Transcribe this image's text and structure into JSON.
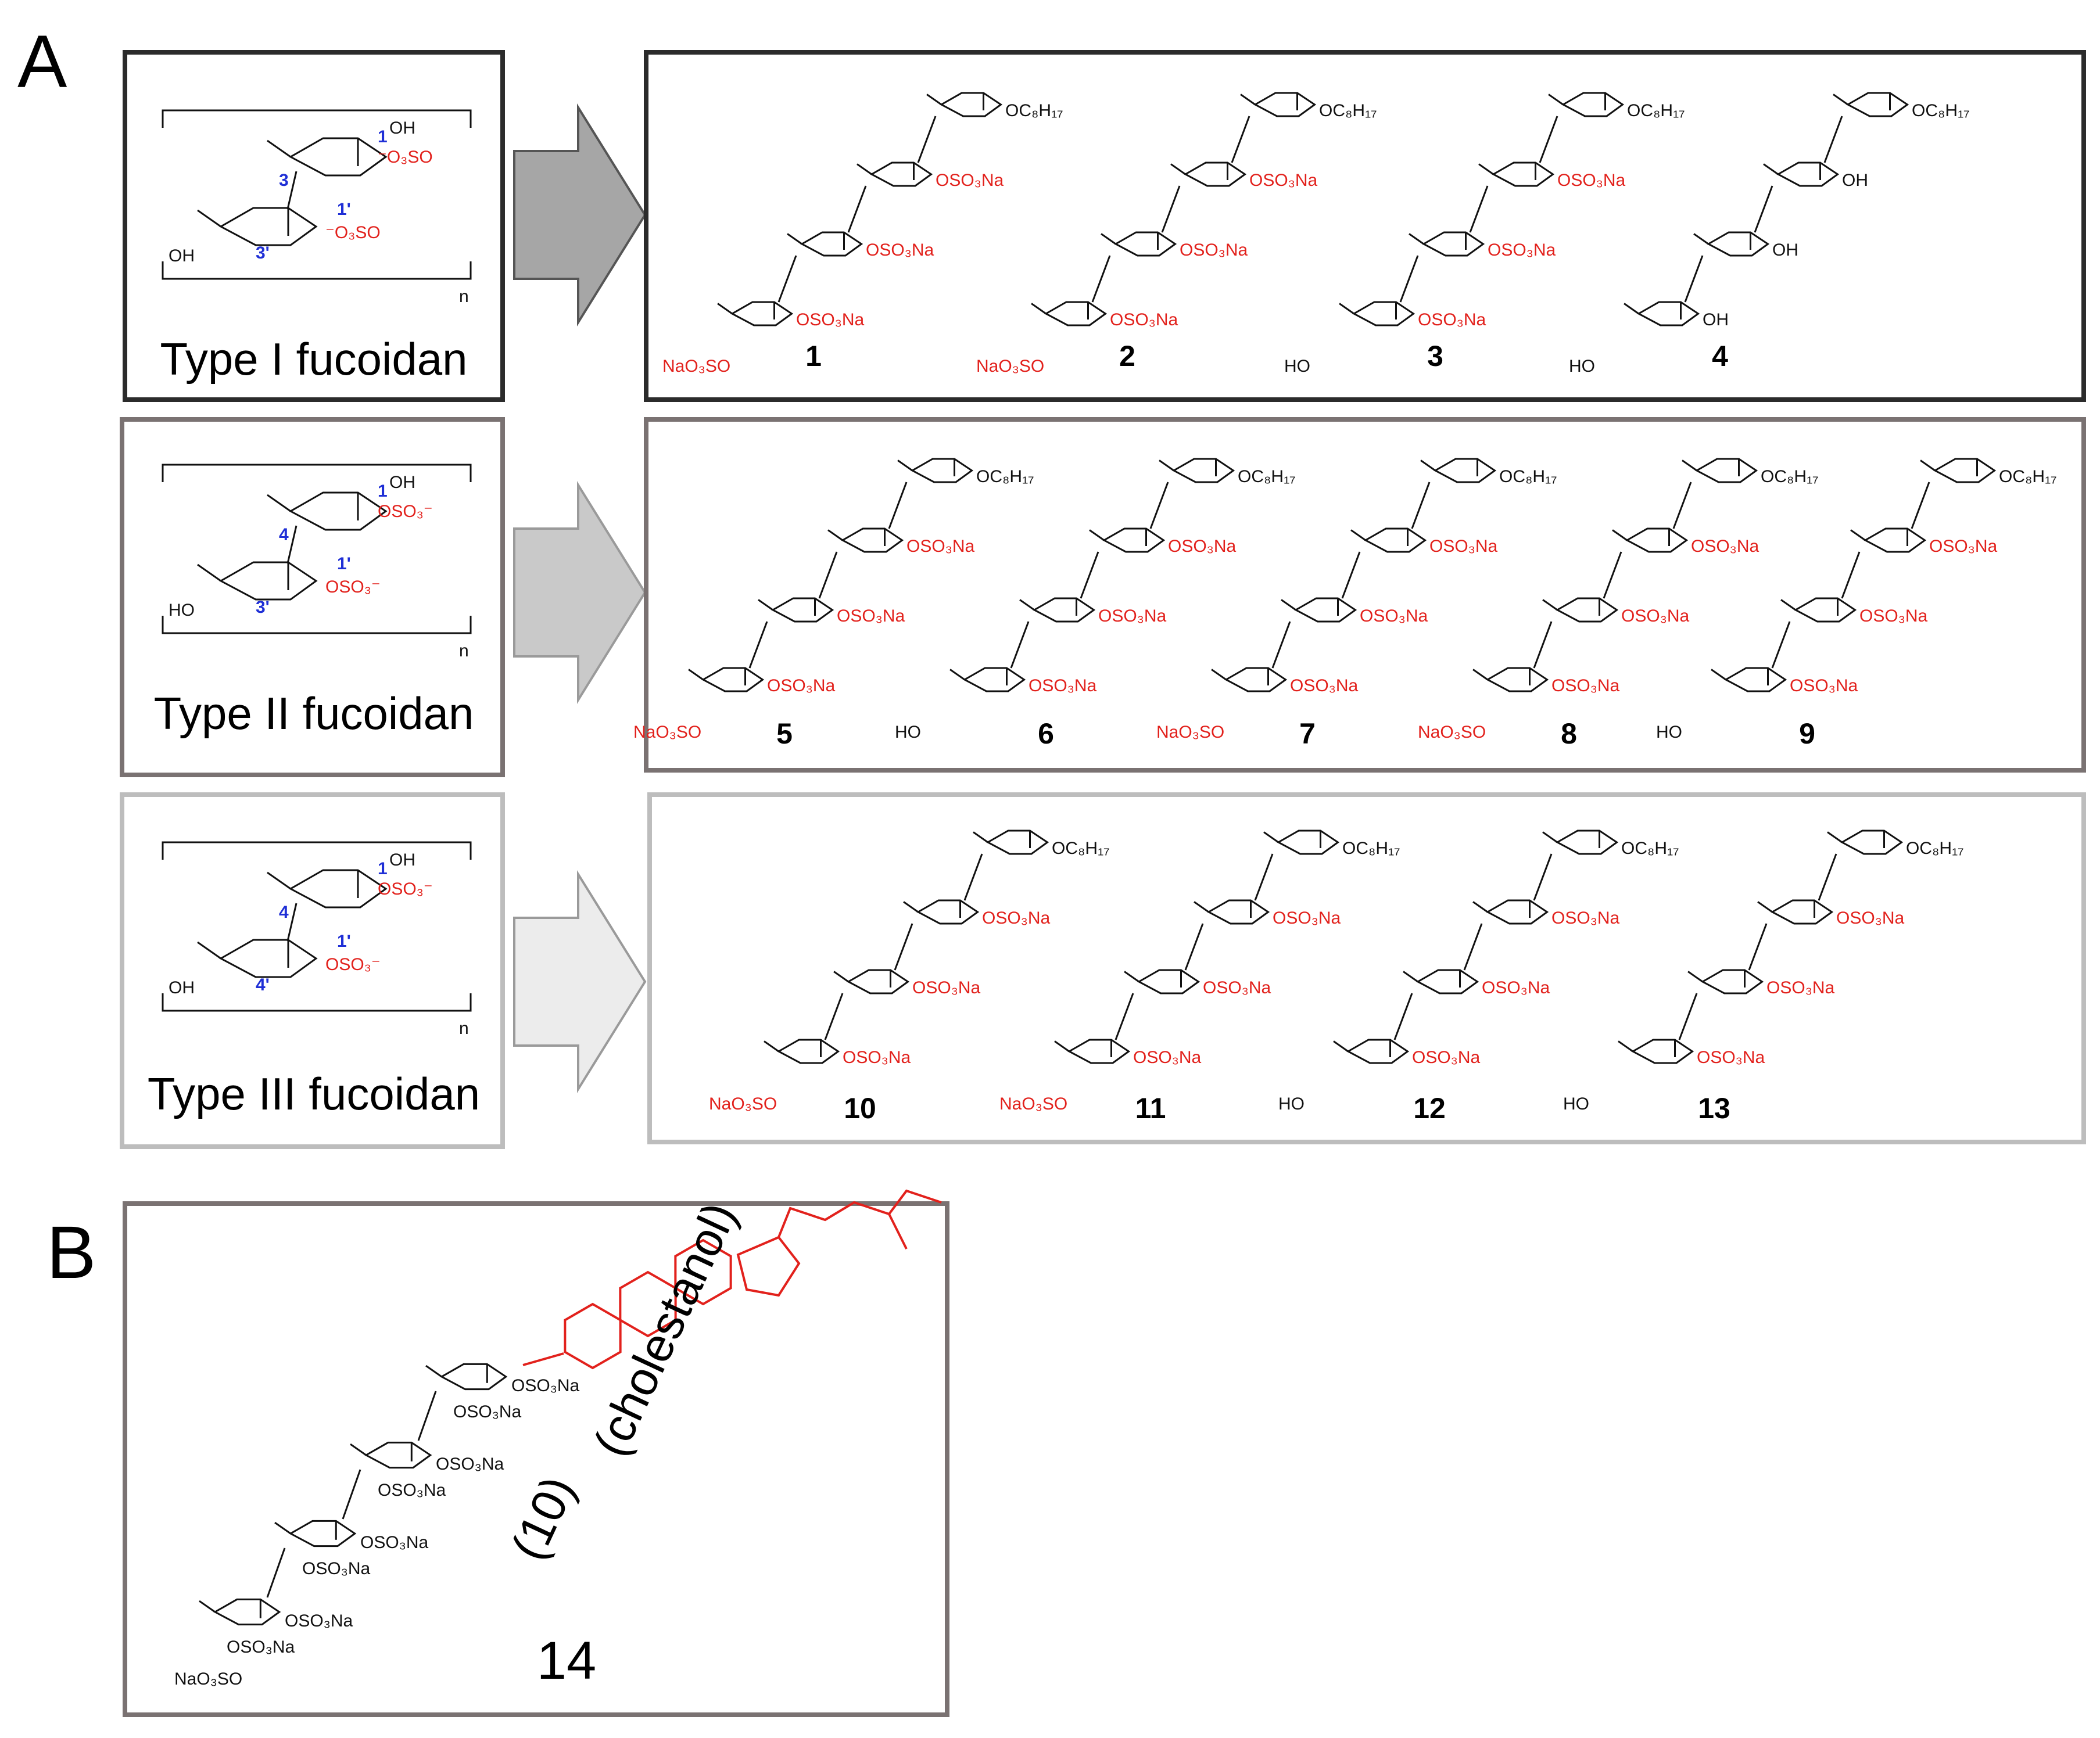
{
  "panels": {
    "a_label": "A",
    "b_label": "B"
  },
  "types": [
    {
      "label": "Type I fucoidan",
      "subs": [
        "⁻O₃SO",
        "⁻O₃SO",
        "OH",
        "OH"
      ],
      "pos": [
        "1",
        "3",
        "1'",
        "3'"
      ],
      "n": "n"
    },
    {
      "label": "Type II fucoidan",
      "subs": [
        "OSO₃⁻",
        "OSO₃⁻",
        "OH",
        "HO"
      ],
      "pos": [
        "1",
        "4",
        "1'",
        "3'"
      ],
      "n": "n"
    },
    {
      "label": "Type III fucoidan",
      "subs": [
        "OSO₃⁻",
        "OSO₃⁻",
        "OH",
        "OH"
      ],
      "pos": [
        "1",
        "4",
        "1'",
        "4'"
      ],
      "n": "n"
    }
  ],
  "groups": {
    "agly": "OC₈H₁₇",
    "oso3na": "OSO₃Na",
    "nao3so": "NaO₃SO",
    "oh": "OH",
    "ho": "HO"
  },
  "compounds": [
    {
      "num": "1"
    },
    {
      "num": "2"
    },
    {
      "num": "3"
    },
    {
      "num": "4"
    },
    {
      "num": "5"
    },
    {
      "num": "6"
    },
    {
      "num": "7"
    },
    {
      "num": "8"
    },
    {
      "num": "9"
    },
    {
      "num": "10"
    },
    {
      "num": "11"
    },
    {
      "num": "12"
    },
    {
      "num": "13"
    }
  ],
  "panel_b": {
    "compound_num": "14",
    "moiety_label": "(cholestanol)",
    "source_label": "(10)",
    "groups": [
      "OSO₃Na",
      "OSO₃Na",
      "OSO₃Na",
      "OSO₃Na",
      "OSO₃Na",
      "OSO₃Na",
      "OSO₃Na",
      "OSO₃Na",
      "NaO₃SO"
    ]
  },
  "colors": {
    "sulfate": "#e2211c",
    "position": "#1f2fd6",
    "frame1": "#2b2b2b",
    "frame2": "#7a7272",
    "frame3": "#bdbdbd",
    "arrow1": "#a6a6a6",
    "arrow2": "#c9c9c9",
    "arrow3": "#ececec"
  }
}
